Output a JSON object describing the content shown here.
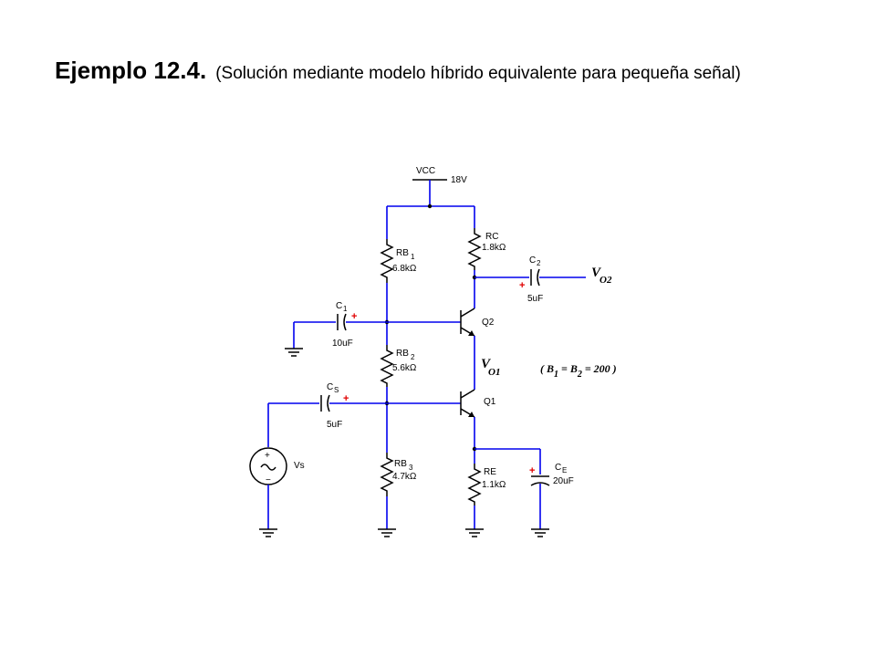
{
  "title": {
    "main": "Ejemplo 12.4.",
    "subtitle": "(Solución mediante modelo híbrido equivalente para pequeña señal)"
  },
  "circuit": {
    "supply": {
      "name": "VCC",
      "value": "18V"
    },
    "rb1": {
      "name": "RB",
      "index": "1",
      "value": "6.8kΩ"
    },
    "rb2": {
      "name": "RB",
      "index": "2",
      "value": "5.6kΩ"
    },
    "rb3": {
      "name": "RB",
      "index": "3",
      "value": "4.7kΩ"
    },
    "rc": {
      "name": "RC",
      "value": "1.8kΩ"
    },
    "re": {
      "name": "RE",
      "value": "1.1kΩ"
    },
    "c1": {
      "name": "C",
      "index": "1",
      "value": "10uF"
    },
    "c2": {
      "name": "C",
      "index": "2",
      "value": "5uF"
    },
    "cs": {
      "name": "C",
      "index": "S",
      "value": "5uF"
    },
    "ce": {
      "name": "C",
      "index": "E",
      "value": "20uF"
    },
    "q1": "Q1",
    "q2": "Q2",
    "source": "Vs",
    "vo1": {
      "main": "V",
      "sub": "O1"
    },
    "vo2": {
      "main": "V",
      "sub": "O2"
    },
    "beta_note": {
      "open": "( B",
      "s1": "1",
      "mid": " = B",
      "s2": "2",
      "end": " = 200 )"
    }
  },
  "colors": {
    "wire": "#0000ee",
    "component": "#000000",
    "polarity": "#e00000"
  }
}
